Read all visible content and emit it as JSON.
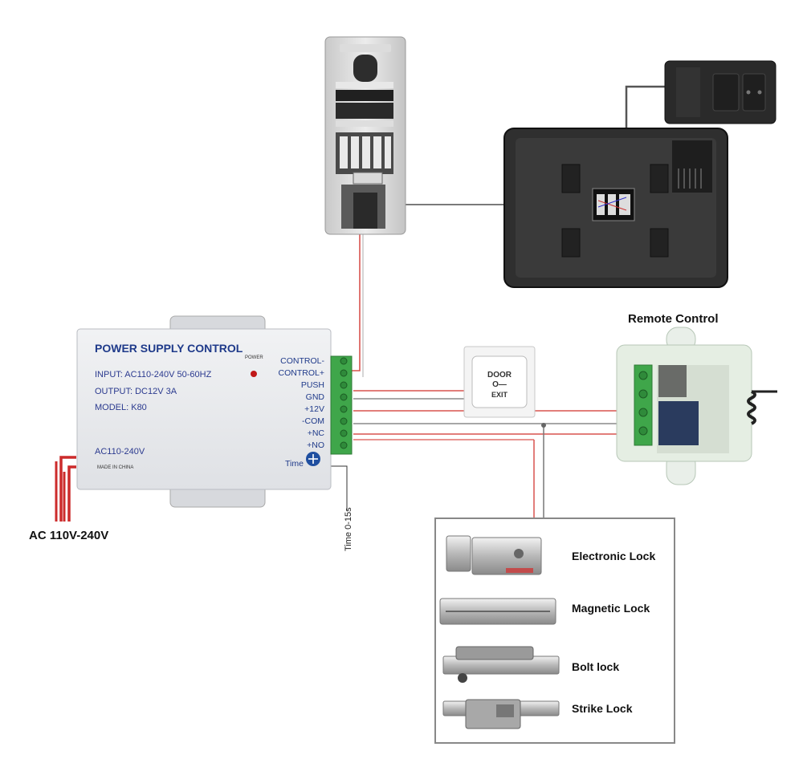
{
  "labels": {
    "remote_control": "Remote Control",
    "ac_input": "AC 110V-240V",
    "time_range": "Time 0-15s"
  },
  "psu": {
    "title": "POWER SUPPLY CONTROL",
    "input": "INPUT: AC110-240V  50-60HZ",
    "output": "OUTPUT: DC12V  3A",
    "model": "MODEL: K80",
    "ac": "AC110-240V",
    "made_in": "MADE IN CHINA",
    "power_led": "POWER",
    "time_knob": "Time",
    "terminals": [
      "CONTROL-",
      "CONTROL+",
      "PUSH",
      "GND",
      "+12V",
      "-COM",
      "+NC",
      "+NO"
    ]
  },
  "exit_button": {
    "line1": "DOOR",
    "key_glyph": "O—",
    "line2": "EXIT"
  },
  "locks": [
    {
      "name": "Electronic Lock"
    },
    {
      "name": "Magnetic Lock"
    },
    {
      "name": "Bolt lock"
    },
    {
      "name": "Strike Lock"
    }
  ],
  "colors": {
    "wire_red": "#d9534f",
    "wire_gray": "#666666",
    "terminal_green": "#3fa64a",
    "psu_label_blue": "#1f3a8a"
  }
}
